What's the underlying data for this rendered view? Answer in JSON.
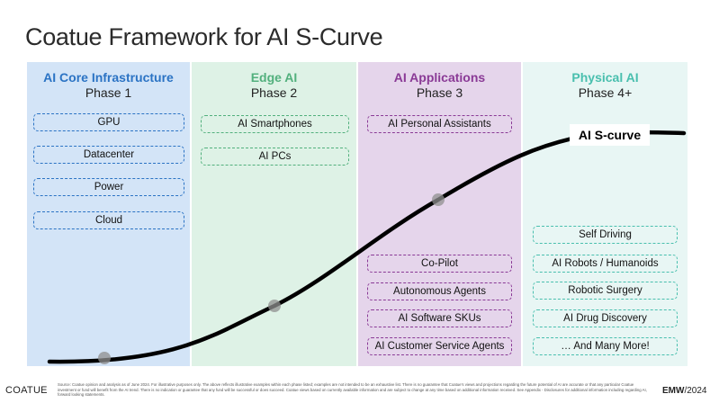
{
  "title": "Coatue Framework for AI S-Curve",
  "colors": {
    "phase1_bg": "#d3e4f7",
    "phase1_accent": "#2b73c4",
    "phase2_bg": "#def2e6",
    "phase2_accent": "#52b07d",
    "phase3_bg": "#e5d5eb",
    "phase3_accent": "#8a3a96",
    "phase4_bg": "#e8f6f4",
    "phase4_accent": "#49bfae",
    "curve": "#000000",
    "marker": "#8f8f8f"
  },
  "phases": [
    {
      "name": "AI Core Infrastructure",
      "phase": "Phase 1",
      "items": [
        "GPU",
        "Datacenter",
        "Power",
        "Cloud"
      ]
    },
    {
      "name": "Edge AI",
      "phase": "Phase 2",
      "items": [
        "AI Smartphones",
        "AI PCs"
      ]
    },
    {
      "name": "AI Applications",
      "phase": "Phase 3",
      "items_top": [
        "AI Personal Assistants"
      ],
      "items_bottom": [
        "Co-Pilot",
        "Autonomous Agents",
        "AI Software SKUs",
        "AI Customer Service Agents"
      ]
    },
    {
      "name": "Physical AI",
      "phase": "Phase 4+",
      "items": [
        "Self Driving",
        "AI Robots / Humanoids",
        "Robotic Surgery",
        "AI Drug Discovery",
        "… And Many More!"
      ]
    }
  ],
  "curve_label": "AI S-curve",
  "footer": {
    "logo": "COATUE",
    "source_note": "Source: Coatue opinion and analysis as of June 2024. For illustrative purposes only. The above reflects illustrative examples within each phase listed; examples are not intended to be an exhaustive list. There is no guarantee that Coatue's views and projections regarding the future potential of AI are accurate or that any particular Coatue investment or fund will benefit from the AI trend. There is no indication or guarantee that any fund will be successful or does succeed. Coatue views based on currently available information and are subject to change at any time based on additional information received. See Appendix - Disclosures for additional information including regarding AI, forward looking statements.",
    "emw": "EMW",
    "year": "/2024"
  }
}
